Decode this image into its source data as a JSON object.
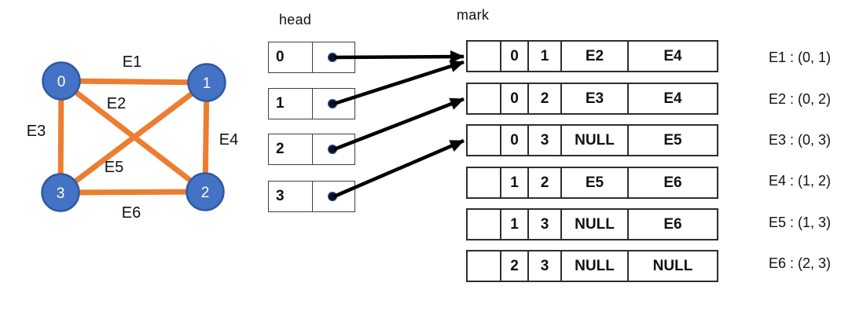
{
  "graph": {
    "nodes": [
      {
        "label": "0"
      },
      {
        "label": "1"
      },
      {
        "label": "2"
      },
      {
        "label": "3"
      }
    ],
    "edges": [
      {
        "label": "E1",
        "from": "0",
        "to": "1"
      },
      {
        "label": "E2",
        "from": "0",
        "to": "2"
      },
      {
        "label": "E3",
        "from": "0",
        "to": "3"
      },
      {
        "label": "E4",
        "from": "1",
        "to": "2"
      },
      {
        "label": "E5",
        "from": "1",
        "to": "3"
      },
      {
        "label": "E6",
        "from": "2",
        "to": "3"
      }
    ]
  },
  "head": {
    "label": "head",
    "rows": [
      "0",
      "1",
      "2",
      "3"
    ]
  },
  "mark": {
    "label": "mark",
    "rows": [
      [
        "",
        "0",
        "1",
        "E2",
        "E4"
      ],
      [
        "",
        "0",
        "2",
        "E3",
        "E4"
      ],
      [
        "",
        "0",
        "3",
        "NULL",
        "E5"
      ],
      [
        "",
        "1",
        "2",
        "E5",
        "E6"
      ],
      [
        "",
        "1",
        "3",
        "NULL",
        "E6"
      ],
      [
        "",
        "2",
        "3",
        "NULL",
        "NULL"
      ]
    ]
  },
  "pointers": [
    {
      "head_index": "0",
      "points_to_mark_row": 1
    },
    {
      "head_index": "1",
      "points_to_mark_row": 1
    },
    {
      "head_index": "2",
      "points_to_mark_row": 2
    },
    {
      "head_index": "3",
      "points_to_mark_row": 3
    }
  ],
  "edge_list": {
    "items": [
      "E1 : (0, 1)",
      "E2 : (0, 2)",
      "E3 : (0, 3)",
      "E4 : (1, 2)",
      "E5 : (1, 3)",
      "E6 : (2, 3)"
    ]
  },
  "colors": {
    "node_fill": "#4472C4",
    "node_border": "#2E5B9F",
    "edge_orange": "#ED7D31",
    "arrow_black": "#000000"
  }
}
